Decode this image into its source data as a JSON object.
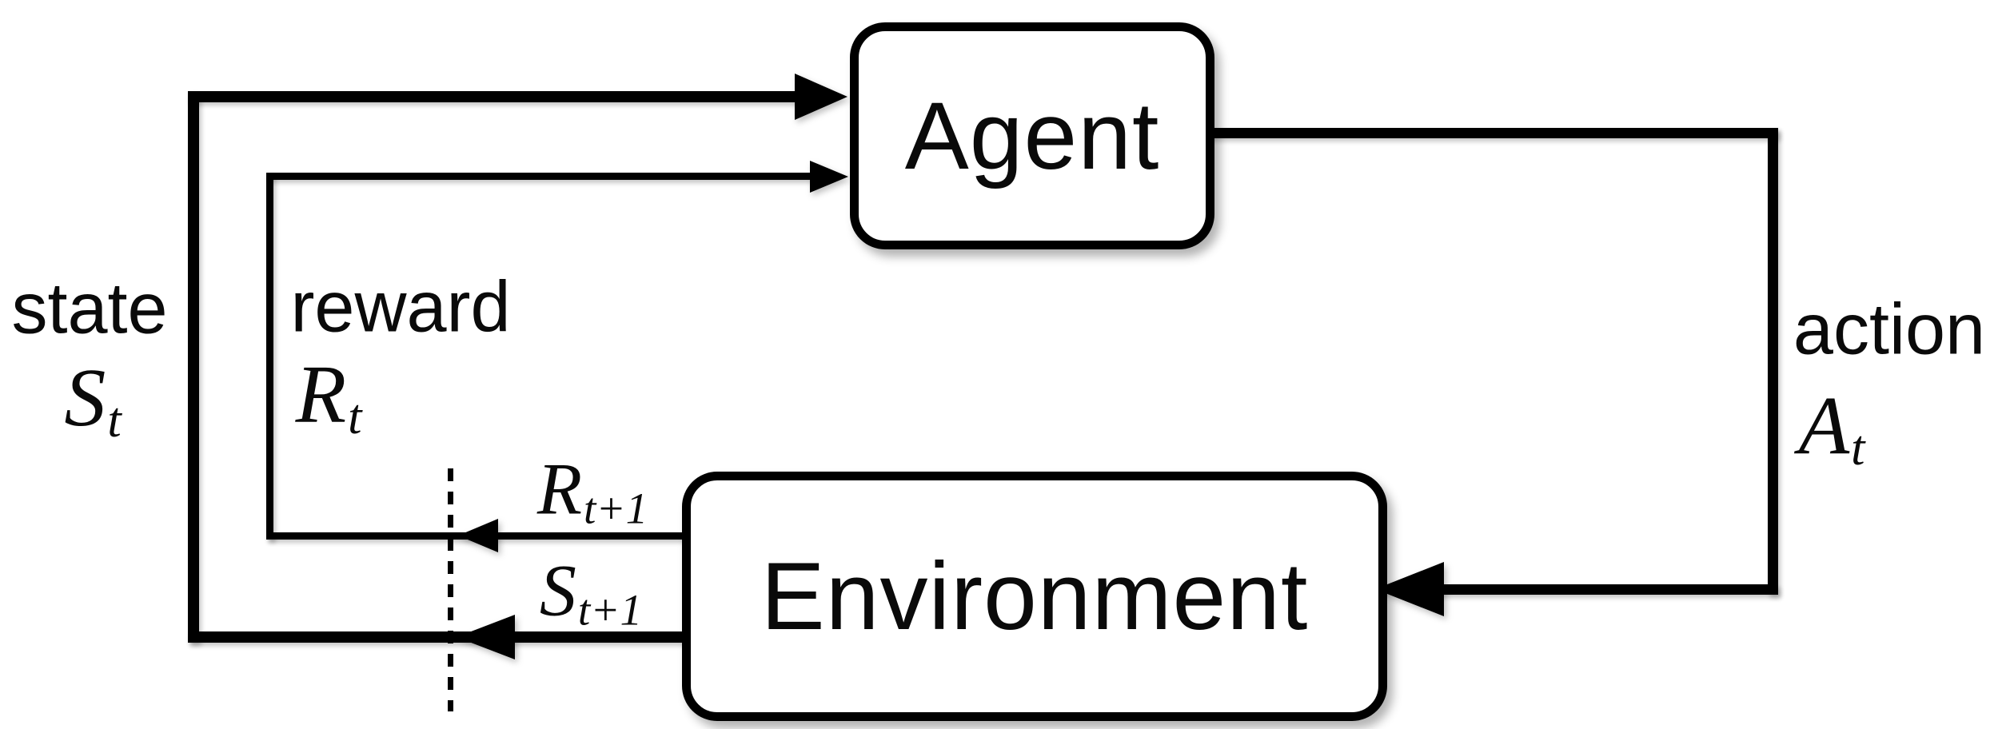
{
  "nodes": {
    "agent": {
      "label": "Agent"
    },
    "environment": {
      "label": "Environment"
    }
  },
  "labels": {
    "state": {
      "word": "state",
      "symbol_base": "S",
      "symbol_sub": "t"
    },
    "reward": {
      "word": "reward",
      "symbol_base": "R",
      "symbol_sub": "t"
    },
    "action": {
      "word": "action",
      "symbol_base": "A",
      "symbol_sub": "t"
    },
    "next_reward": {
      "symbol_base": "R",
      "symbol_sub": "t+1"
    },
    "next_state": {
      "symbol_base": "S",
      "symbol_sub": "t+1"
    }
  },
  "colors": {
    "ink": "#000000",
    "background": "#ffffff"
  }
}
